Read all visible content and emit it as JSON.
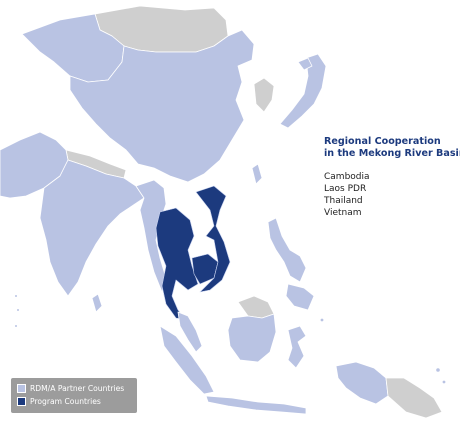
{
  "panel": {
    "title_line1": "Regional Cooperation",
    "title_line2": "in the Mekong River Basin"
  },
  "program_countries": [
    "Cambodia",
    "Laos PDR",
    "Thailand",
    "Vietnam"
  ],
  "legend": {
    "items": [
      {
        "label": "RDM/A Partner Countries",
        "color": "#b9c3e3"
      },
      {
        "label": "Program Countries",
        "color": "#1c3a7e"
      }
    ]
  },
  "colors": {
    "partner": "#b9c3e3",
    "program": "#1c3a7e",
    "other": "#cfcfcf",
    "background": "#ffffff",
    "legend_bg": "#9c9c9c"
  }
}
